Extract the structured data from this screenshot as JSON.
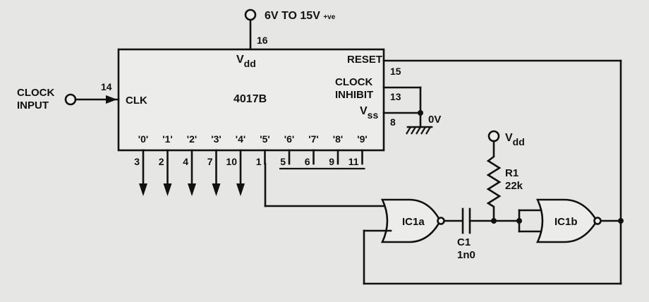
{
  "supply": {
    "label": "6V TO 15V",
    "polarity": "+ve",
    "pin": "16"
  },
  "chip": {
    "name": "4017B",
    "vdd_main": "V",
    "vdd_sub": "dd",
    "vss_main": "V",
    "vss_sub": "ss",
    "clk_label": "CLK",
    "reset_label": "RESET",
    "clock_inhibit_line1": "CLOCK",
    "clock_inhibit_line2": "INHIBIT",
    "pins": {
      "clk": "14",
      "reset": "15",
      "inhibit": "13",
      "vss": "8"
    },
    "outputs": [
      {
        "label": "'0'",
        "pin": "3"
      },
      {
        "label": "'1'",
        "pin": "2"
      },
      {
        "label": "'2'",
        "pin": "4"
      },
      {
        "label": "'3'",
        "pin": "7"
      },
      {
        "label": "'4'",
        "pin": "10"
      },
      {
        "label": "'5'",
        "pin": "1"
      },
      {
        "label": "'6'",
        "pin": "5"
      },
      {
        "label": "'7'",
        "pin": "6"
      },
      {
        "label": "'8'",
        "pin": "9"
      },
      {
        "label": "'9'",
        "pin": "11"
      }
    ]
  },
  "clock_input": {
    "line1": "CLOCK",
    "line2": "INPUT"
  },
  "ground": {
    "label": "0V"
  },
  "components": {
    "ic1a": "IC1a",
    "ic1b": "IC1b",
    "c1_name": "C1",
    "c1_value": "1n0",
    "r1_name": "R1",
    "r1_value": "22k",
    "vdd_main": "V",
    "vdd_sub": "dd"
  }
}
